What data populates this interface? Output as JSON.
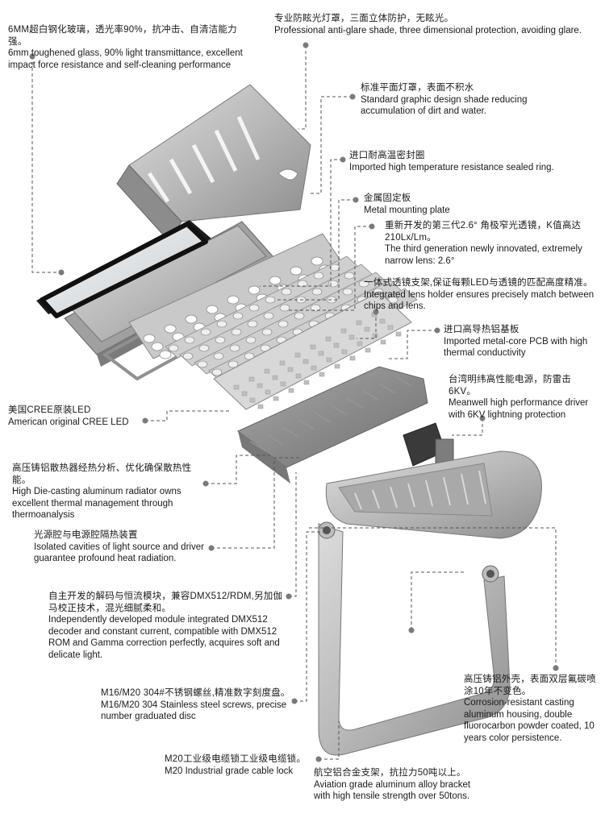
{
  "labels": {
    "glass": {
      "zh": "6MM超白钢化玻璃，透光率90%，抗冲击、自清洁能力强。",
      "en": "6mm toughened glass, 90% light transmittance, excellent impact force resistance and self-cleaning performance"
    },
    "anti_glare": {
      "zh": "专业防眩光灯罩，三面立体防护，无眩光。",
      "en": "Professional anti-glare shade, three dimensional protection, avoiding glare."
    },
    "flat_shade": {
      "zh": "标准平面灯罩，表面不积水",
      "en": "Standard graphic design shade reducing accumulation of dirt and water."
    },
    "seal_ring": {
      "zh": "进口耐高温密封圈",
      "en": "Imported high temperature resistance sealed ring."
    },
    "mounting_plate": {
      "zh": "金属固定板",
      "en": "Metal mounting plate"
    },
    "lens": {
      "zh": "重新开发的第三代2.6° 角极窄光透镜，K值高达210Lx/Lm。",
      "en": "The third generation newly innovated, extremely narrow lens: 2.6°"
    },
    "lens_holder": {
      "zh": "一体式透镜支架,保证每颗LED与透镜的匹配高度精准。",
      "en": "Integrated lens holder ensures precisely match between chips and lens."
    },
    "pcb": {
      "zh": "进口高导热铝基板",
      "en": "Imported metal-core PCB with high thermal conductivity"
    },
    "driver": {
      "zh": "台湾明纬高性能电源，防雷击6KV。",
      "en": "Meanwell high performance driver with 6KV lightning protection"
    },
    "cree": {
      "zh": "美国CREE原装LED",
      "en": "American original CREE LED"
    },
    "radiator": {
      "zh": "高压铸铝散热器经热分析、优化确保散热性能。",
      "en": "High Die-casting aluminum radiator owns excellent thermal management through thermoanalysis"
    },
    "cavities": {
      "zh": "光源腔与电源腔隔热装置",
      "en": "Isolated cavities of light source and driver guarantee profound heat radiation."
    },
    "dmx": {
      "zh": "自主开发的解码与恒流模块，兼容DMX512/RDM,另加伽马校正技术，混光细腻柔和。",
      "en": "Independently developed module integrated DMX512 decoder and constant current, compatible with DMX512 ROM and Gamma correction perfectly, acquires soft and delicate light."
    },
    "screws": {
      "zh": "M16/M20 304#不锈钢螺丝,精准数字刻度盘。",
      "en": "M16/M20 304 Stainless steel screws, precise number graduated disc"
    },
    "housing": {
      "zh": "高压铸铝外壳，表面双层氟碳喷涂10年不变色。",
      "en": "Corrosion-resistant casting aluminum housing, double fluorocarbon powder coated, 10 years color persistence."
    },
    "cable_lock": {
      "zh": "M20工业级电缆锁工业级电缆锁。",
      "en": "M20 Industrial grade cable lock"
    },
    "bracket": {
      "zh": "航空铝合金支架，抗拉力50吨以上。",
      "en": "Aviation grade aluminum alloy bracket with high tensile strength over 50tons."
    }
  }
}
